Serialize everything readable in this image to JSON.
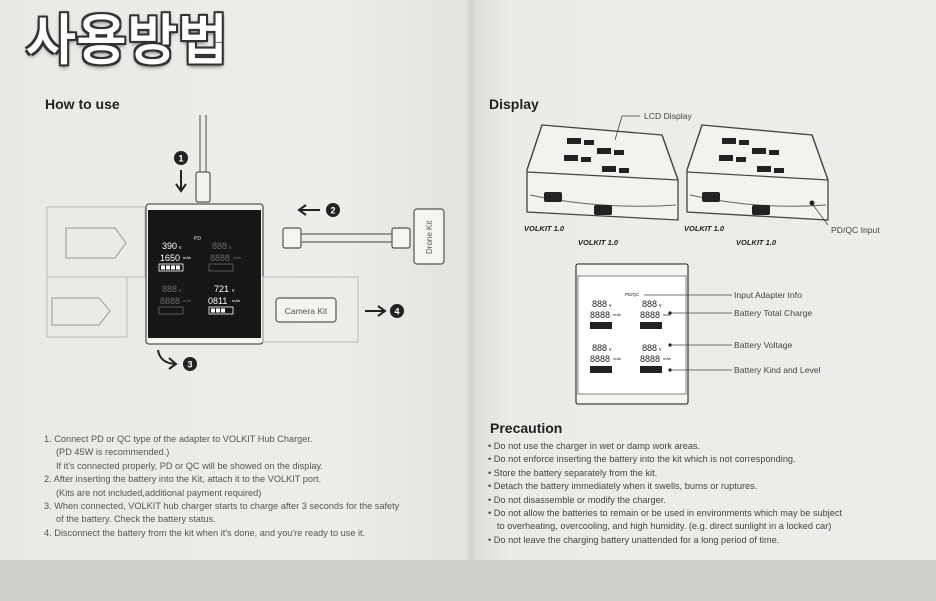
{
  "overlay_title": "사용방법",
  "left": {
    "heading": "How to use",
    "diagram": {
      "step_numbers": [
        "1",
        "2",
        "3",
        "4"
      ],
      "pd_tag": "PD",
      "port_labels": [
        "Drone Kit",
        "Camera Kit"
      ],
      "cells": [
        {
          "voltage": "390",
          "capacity": "1650",
          "v": "v",
          "mah": "mAh"
        },
        {
          "voltage": "888",
          "capacity": "8888",
          "v": "v",
          "mah": "mAh"
        },
        {
          "voltage": "888",
          "capacity": "8888",
          "v": "v",
          "mah": "mAh"
        },
        {
          "voltage": "721",
          "capacity": "0811",
          "v": "v",
          "mah": "mAh"
        }
      ]
    },
    "steps": [
      "1. Connect PD or QC type of the adapter to VOLKIT Hub Charger.",
      "(PD 45W is recommended.)",
      "If it's connected properly, PD or QC will be showed on the display.",
      "2. After inserting the battery into the Kit, attach it to the VOLKIT port.",
      "(Kits are not included,additional payment required)",
      "3. When connected, VOLKIT hub charger starts to charge after 3 seconds for the safety",
      "of the battery. Check the battery status.",
      "4. Disconnect the battery from the kit when it's done, and you're ready to use it."
    ]
  },
  "right": {
    "heading": "Display",
    "lcd_display_label": "LCD Display",
    "pd_qc_input_label": "PD/QC Input",
    "brand": "VOLKIT 1.0",
    "pdqc_tag": "PD/QC",
    "lcd_cells": [
      {
        "voltage": "888",
        "capacity": "8888",
        "v": "v",
        "mah": "mAh"
      },
      {
        "voltage": "888",
        "capacity": "8888",
        "v": "v",
        "mah": "mAh"
      },
      {
        "voltage": "888",
        "capacity": "8888",
        "v": "v",
        "mah": "mAh"
      },
      {
        "voltage": "888",
        "capacity": "8888",
        "v": "v",
        "mah": "mAh"
      }
    ],
    "lcd_labels": [
      "Input Adapter Info",
      "Battery Total Charge",
      "Battery Voltage",
      "Battery Kind and Level"
    ],
    "precaution_heading": "Precaution",
    "precautions": [
      "• Do not use the charger in wet or damp work areas.",
      "• Do not enforce inserting the battery into the kit which is not corresponding.",
      "• Store the battery separately from the kit.",
      "• Detach the battery immediately when it swells, burns or ruptures.",
      "• Do not disassemble or modify the charger.",
      "• Do not allow the batteries to remain or be used in environments which may be subject",
      "to overheating, overcooling, and high humidity. (e.g. direct sunlight in a locked car)",
      "• Do not leave the charging battery unattended for a long period of time."
    ]
  }
}
